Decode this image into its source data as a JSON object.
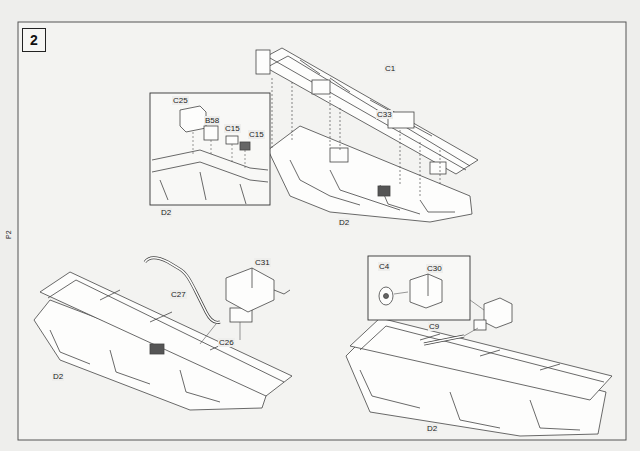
{
  "diagram": {
    "nodes": [
      {
        "text": [
          "2"
        ]
      }
    ],
    "labels": [
      "C1",
      "C25",
      "B58",
      "C15",
      "C15",
      "C33",
      "D2",
      "D2",
      "C31",
      "C27",
      "C26",
      "D2",
      "C4",
      "C30",
      "C9",
      "D2",
      "P2"
    ]
  }
}
